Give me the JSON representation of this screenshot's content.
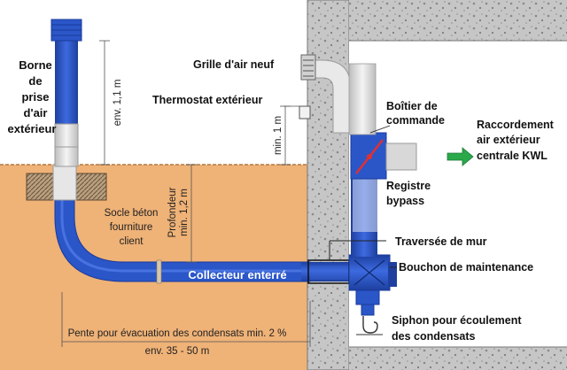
{
  "labels": {
    "borne_l1": "Borne",
    "borne_l2": "de",
    "borne_l3": "prise",
    "borne_l4": "d'air",
    "borne_l5": "extérieur",
    "env_height": "env. 1,1 m",
    "grille": "Grille d'air neuf",
    "thermostat": "Thermostat extérieur",
    "min_1m": "min. 1 m",
    "boitier_l1": "Boîtier de",
    "boitier_l2": "commande",
    "raccord_l1": "Raccordement",
    "raccord_l2": "air extérieur",
    "raccord_l3": "centrale KWL",
    "registre_l1": "Registre",
    "registre_l2": "bypass",
    "socle_l1": "Socle béton",
    "socle_l2": "fourniture",
    "socle_l3": "client",
    "profondeur_l1": "Profondeur",
    "profondeur_l2": "min. 1,2 m",
    "traversee": "Traversée de mur",
    "bouchon": "Bouchon de maintenance",
    "collecteur": "Collecteur enterré",
    "siphon_l1": "Siphon pour écoulement",
    "siphon_l2": "des condensats",
    "pente_l1": "Pente pour évacuation des condensats min. 2 %",
    "pente_l2": "env. 35 - 50 m"
  },
  "colors": {
    "soil": "#efb277",
    "pipe_blue": "#2b56c8",
    "pipe_dark": "#1a3a9a",
    "concrete": "#c9c9c9",
    "arrow_green": "#2aa84a",
    "valve_red": "#e03030"
  }
}
